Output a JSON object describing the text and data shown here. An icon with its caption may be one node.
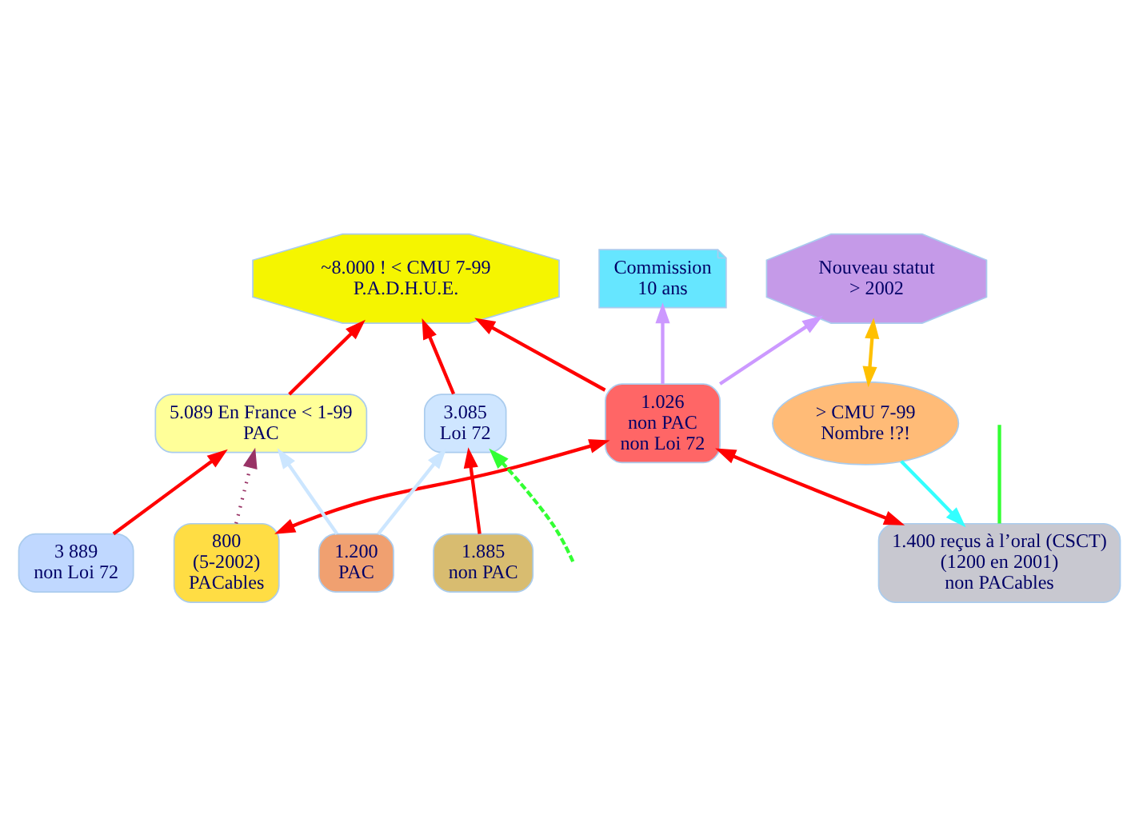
{
  "diagram": {
    "nodes": [
      {
        "text": [
          "~8.000 ! < CMU 7-99",
          "P.A.D.H.U.E."
        ]
      },
      {
        "text": [
          "Commission",
          "10 ans"
        ]
      },
      {
        "text": [
          "Nouveau statut",
          "> 2002"
        ]
      },
      {
        "text": [
          "5.089 En France < 1-99",
          "PAC"
        ]
      },
      {
        "text": [
          "3.085",
          "Loi 72"
        ]
      },
      {
        "text": [
          "1.026",
          "non PAC",
          "non Loi 72"
        ]
      },
      {
        "text": [
          "> CMU 7-99",
          "Nombre !?!"
        ]
      },
      {
        "text": [
          "1.200",
          "PAC"
        ]
      },
      {
        "text": [
          "3 889",
          "non Loi 72"
        ]
      },
      {
        "text": [
          "1.885",
          "non PAC"
        ]
      },
      {
        "text": [
          "800",
          "(5-2002)",
          "PACables"
        ]
      },
      {
        "text": [
          "1.400 reçus à l’oral (CSCT)",
          "(1200 en 2001)",
          "non PACables"
        ]
      }
    ],
    "edges": [
      {
        "from": 3,
        "to": 0,
        "arrow": "to"
      },
      {
        "from": 4,
        "to": 0,
        "arrow": "to"
      },
      {
        "from": 5,
        "to": 0,
        "arrow": "to"
      },
      {
        "from": 5,
        "to": 1,
        "arrow": "to",
        "color": "#cc99ff"
      },
      {
        "from": 5,
        "to": 2,
        "arrow": "to",
        "color": "#cc99ff"
      },
      {
        "from": 2,
        "to": 6,
        "arrow": "both",
        "color": "#ffc000"
      },
      {
        "from": 7,
        "to": 3,
        "arrow": "to",
        "color": "#cce6ff"
      },
      {
        "from": 7,
        "to": 4,
        "arrow": "to",
        "color": "#cce6ff"
      },
      {
        "from": 8,
        "to": 3,
        "arrow": "to"
      },
      {
        "from": 9,
        "to": 4,
        "arrow": "to"
      },
      {
        "from": null,
        "to": 4,
        "arrow": "to",
        "style": "dashed",
        "color": "#33ff33"
      },
      {
        "from": 5,
        "to": 10,
        "arrow": "both"
      },
      {
        "from": 5,
        "to": 11,
        "arrow": "both"
      },
      {
        "from": 6,
        "to": 11,
        "arrow": "to",
        "color": "#33ffff"
      },
      {
        "from": 10,
        "to": 3,
        "arrow": "to",
        "style": "dashed",
        "color": "#993366"
      },
      {
        "from": 11,
        "to": null,
        "arrow": "none",
        "color": "#33ff33"
      }
    ]
  }
}
